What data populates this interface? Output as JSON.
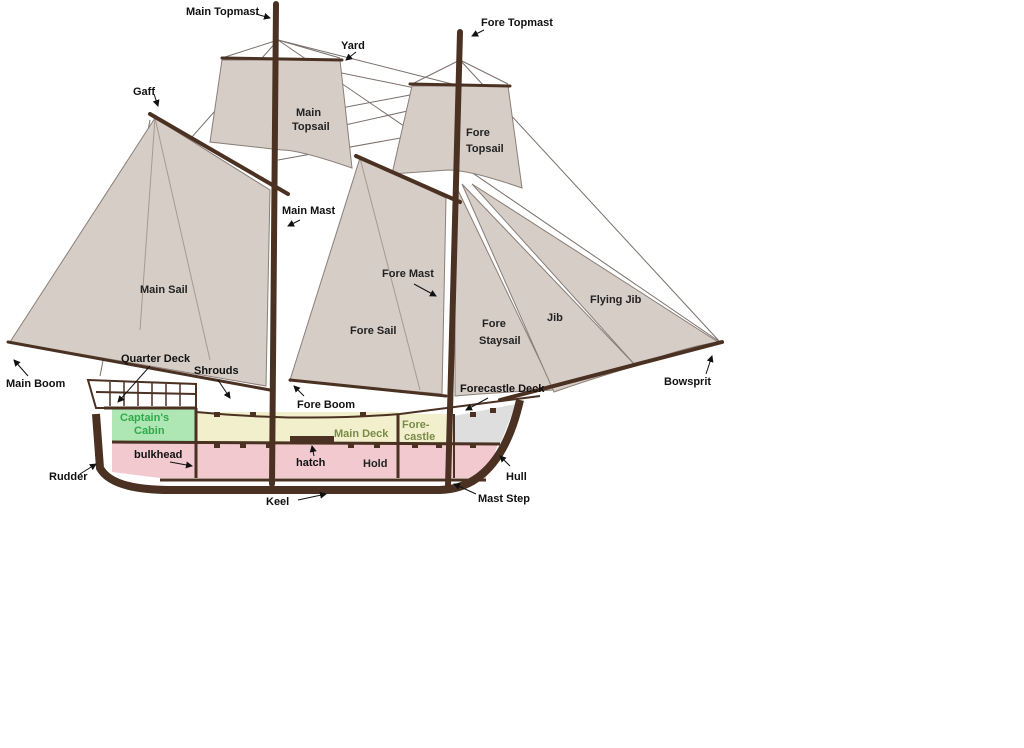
{
  "colors": {
    "sail": "#d6cdc7",
    "sail_edge": "#8a7e78",
    "wood": "#4a3122",
    "rigging": "#7a6f6a",
    "captains_cabin": "#aee7b4",
    "main_deck": "#f2f0cc",
    "hold": "#f1c9cf",
    "forecastle": "#dedede",
    "label_green": "#2faa4a",
    "label_olive": "#7a8a48"
  },
  "labels": {
    "main_topmast": "Main Topmast",
    "fore_topmast": "Fore Topmast",
    "yard": "Yard",
    "gaff": "Gaff",
    "main_topsail_1": "Main",
    "main_topsail_2": "Topsail",
    "fore_topsail_1": "Fore",
    "fore_topsail_2": "Topsail",
    "main_mast": "Main Mast",
    "fore_mast": "Fore Mast",
    "main_sail": "Main Sail",
    "fore_sail": "Fore Sail",
    "fore_staysail_1": "Fore",
    "fore_staysail_2": "Staysail",
    "jib": "Jib",
    "flying_jib": "Flying Jib",
    "quarter_deck": "Quarter Deck",
    "shrouds": "Shrouds",
    "main_boom": "Main Boom",
    "fore_boom": "Fore Boom",
    "forecastle_deck": "Forecastle Deck",
    "bowsprit": "Bowsprit",
    "captains_cabin_1": "Captain's",
    "captains_cabin_2": "Cabin",
    "main_deck": "Main Deck",
    "forecastle_1": "Fore-",
    "forecastle_2": "castle",
    "bulkhead": "bulkhead",
    "hatch": "hatch",
    "hold": "Hold",
    "rudder": "Rudder",
    "hull": "Hull",
    "keel": "Keel",
    "mast_step": "Mast Step"
  }
}
